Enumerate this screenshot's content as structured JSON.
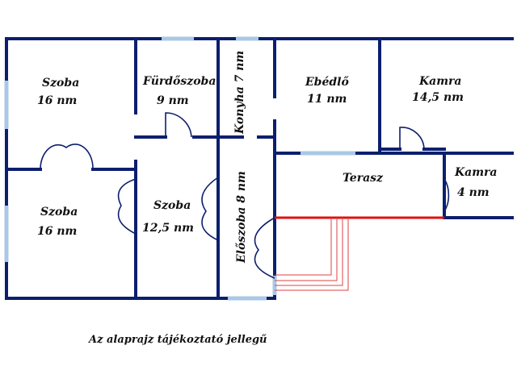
{
  "rooms": [
    {
      "id": "szoba1",
      "name": "Szoba",
      "area": "16 nm"
    },
    {
      "id": "furdo",
      "name": "Fürdőszoba",
      "area": "9 nm"
    },
    {
      "id": "konyha",
      "name": "Konyha",
      "area": "7 nm"
    },
    {
      "id": "ebedlo",
      "name": "Ebédlő",
      "area": "11 nm"
    },
    {
      "id": "kamra1",
      "name": "Kamra",
      "area": "14,5 nm"
    },
    {
      "id": "szoba2",
      "name": "Szoba",
      "area": "16 nm"
    },
    {
      "id": "szoba3",
      "name": "Szoba",
      "area": "12,5 nm"
    },
    {
      "id": "eloszoba",
      "name": "Előszoba",
      "area": "8 nm"
    },
    {
      "id": "terasz",
      "name": "Terasz"
    },
    {
      "id": "kamra2",
      "name": "Kamra",
      "area": "4 nm"
    }
  ],
  "note": "Az alaprajz tájékoztató jellegű",
  "colors": {
    "wall": "#0c1f6e",
    "window": "#a9c8e6",
    "terrace_edge": "#e01010",
    "steps": "#e04040"
  }
}
